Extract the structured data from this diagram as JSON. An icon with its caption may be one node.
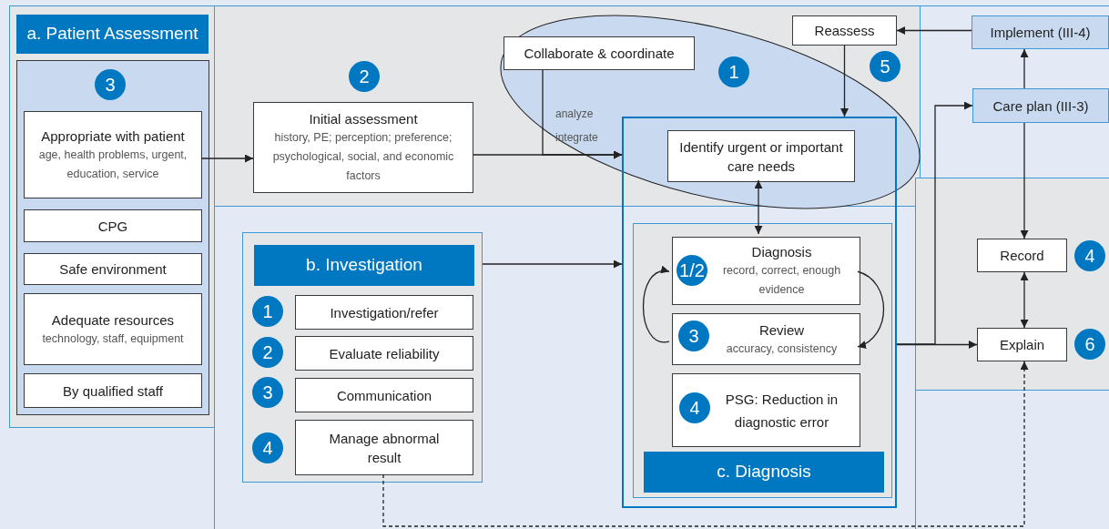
{
  "diagram": {
    "nodes": [
      {
        "text": [
          "a. Patient Assessment"
        ]
      },
      {
        "text": [
          "Appropriate with patient",
          "age, health problems, urgent, education, service"
        ],
        "in": 0
      },
      {
        "text": [
          "CPG"
        ],
        "in": 0
      },
      {
        "text": [
          "Safe environment"
        ],
        "in": 0
      },
      {
        "text": [
          "Adequate resources",
          "technology, staff, equipment"
        ],
        "in": 0
      },
      {
        "text": [
          "By qualified staff"
        ],
        "in": 0
      },
      {
        "text": [
          "Initial assessment",
          "history, PE; perception; preference; psychological, social, and economic factors"
        ]
      },
      {
        "text": [
          "Collaborate & coordinate"
        ]
      },
      {
        "text": [
          "Reassess"
        ]
      },
      {
        "text": [
          "Implement (III-4)"
        ]
      },
      {
        "text": [
          "Care plan (III-3)"
        ]
      },
      {
        "text": [],
        "shape": "box"
      },
      {
        "text": [
          "Identify urgent or important care needs"
        ],
        "in": 11
      },
      {
        "text": [
          "c. Diagnosis"
        ],
        "in": 11
      },
      {
        "text": [
          "Diagnosis",
          "record, correct, enough evidence"
        ],
        "in": 13
      },
      {
        "text": [
          "Review",
          "accuracy, consistency"
        ],
        "in": 13
      },
      {
        "text": [
          "PSG: Reduction in diagnostic error"
        ],
        "in": 13
      },
      {
        "text": [
          "b. Investigation"
        ]
      },
      {
        "text": [
          "Investigation/refer"
        ],
        "in": 17
      },
      {
        "text": [
          "Evaluate reliability"
        ],
        "in": 17
      },
      {
        "text": [
          "Communication"
        ],
        "in": 17
      },
      {
        "text": [
          "Manage abnormal result"
        ],
        "in": 17
      },
      {
        "text": [
          "Record"
        ]
      },
      {
        "text": [
          "Explain"
        ]
      }
    ],
    "edges": [
      {
        "from": 1,
        "to": 6,
        "arrow": "to"
      },
      {
        "from": 6,
        "to": 11,
        "arrow": "to"
      },
      {
        "from": 7,
        "to": 11,
        "arrow": "to",
        "label": "analyze integrate"
      },
      {
        "from": 8,
        "to": 11,
        "arrow": "to"
      },
      {
        "from": 9,
        "to": 8,
        "arrow": "to"
      },
      {
        "from": 10,
        "to": 9,
        "arrow": "to"
      },
      {
        "from": 12,
        "to": 14,
        "arrow": "both"
      },
      {
        "from": 17,
        "to": 11,
        "arrow": "to"
      },
      {
        "from": 14,
        "to": 15,
        "arrow": "to"
      },
      {
        "from": 15,
        "to": 14,
        "arrow": "to"
      },
      {
        "from": 11,
        "to": 23,
        "arrow": "to"
      },
      {
        "from": 11,
        "to": 10,
        "arrow": "to"
      },
      {
        "from": 10,
        "to": 22,
        "arrow": "to"
      },
      {
        "from": 22,
        "to": 23,
        "arrow": "both"
      },
      {
        "from": 21,
        "to": 23,
        "arrow": "to",
        "style": "dashed"
      }
    ],
    "labels": [
      "5",
      "1",
      "2",
      "3",
      "1/2",
      "4",
      "1",
      "3",
      "6",
      "2",
      "3",
      "4",
      "4"
    ]
  }
}
